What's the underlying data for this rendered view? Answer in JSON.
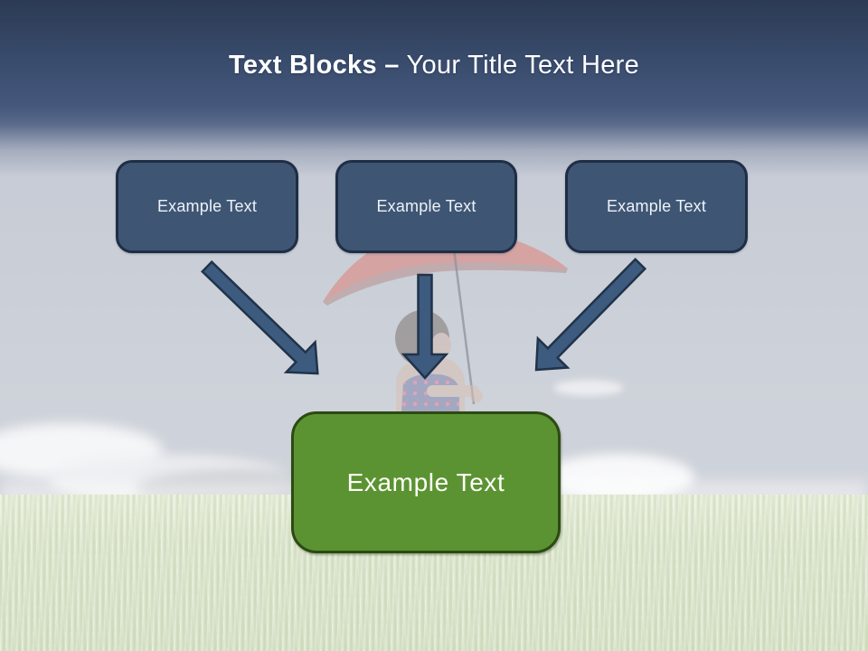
{
  "title": {
    "bold": "Text Blocks –",
    "regular": " Your Title Text Here"
  },
  "blocks": [
    {
      "label": "Example Text"
    },
    {
      "label": "Example Text"
    },
    {
      "label": "Example Text"
    }
  ],
  "result": {
    "label": "Example Text"
  },
  "icons": {
    "arrow_left": "arrow-down-right",
    "arrow_middle": "arrow-down",
    "arrow_right": "arrow-down-left"
  },
  "colors": {
    "header_top": "#2c3a54",
    "header_bottom": "#45587c",
    "block_fill": "#3e5674",
    "block_border": "#1f2e45",
    "arrow_fill": "#3d5a7f",
    "arrow_border": "#203349",
    "result_fill": "#5b9332",
    "result_border": "#2c4a12",
    "title_text": "#ffffff",
    "block_text": "#eef2f7"
  }
}
